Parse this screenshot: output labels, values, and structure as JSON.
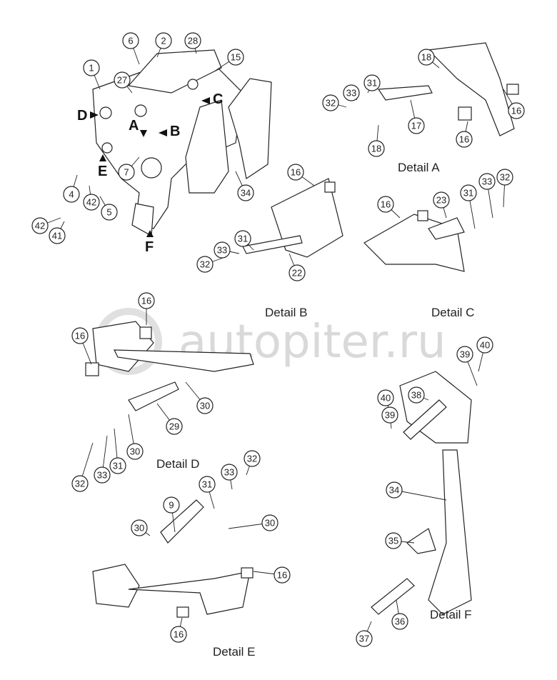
{
  "watermark": "autopiter.ru",
  "view_letters": [
    "D",
    "A",
    "B",
    "C",
    "E",
    "F"
  ],
  "details": [
    "Detail A",
    "Detail B",
    "Detail C",
    "Detail D",
    "Detail E",
    "Detail F"
  ],
  "callouts": {
    "main": [
      "1",
      "27",
      "6",
      "2",
      "28",
      "15",
      "7",
      "4",
      "42",
      "5",
      "42",
      "41",
      "34"
    ],
    "detail_a": [
      "18",
      "32",
      "33",
      "31",
      "17",
      "18",
      "16",
      "16"
    ],
    "detail_b": [
      "16",
      "31",
      "33",
      "32",
      "22"
    ],
    "detail_c": [
      "16",
      "23",
      "31",
      "33",
      "32"
    ],
    "detail_d": [
      "16",
      "16",
      "30",
      "29",
      "30",
      "31",
      "33",
      "32"
    ],
    "detail_e": [
      "31",
      "33",
      "32",
      "9",
      "30",
      "30",
      "16",
      "16"
    ],
    "detail_f": [
      "40",
      "39",
      "38",
      "40",
      "39",
      "34",
      "35",
      "36",
      "37"
    ]
  }
}
